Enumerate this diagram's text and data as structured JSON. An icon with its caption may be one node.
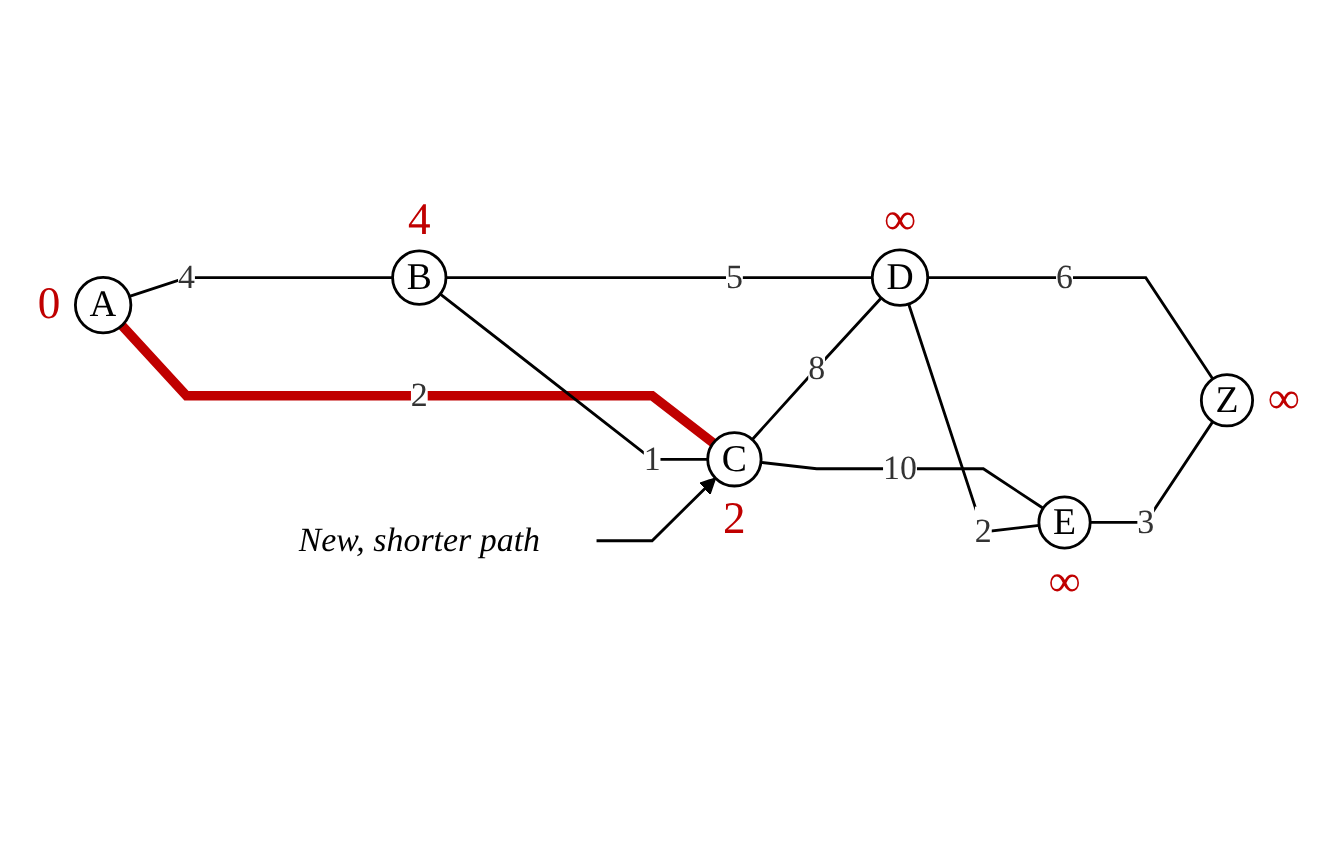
{
  "diagram": {
    "nodes": [
      {
        "text": [
          "A"
        ],
        "beside": [
          "0"
        ]
      },
      {
        "text": [
          "B"
        ],
        "beside": [
          "4"
        ]
      },
      {
        "text": [
          "C"
        ],
        "beside": [
          "2"
        ]
      },
      {
        "text": [
          "D"
        ],
        "beside": [
          "∞"
        ]
      },
      {
        "text": [
          "E"
        ],
        "beside": [
          "∞"
        ]
      },
      {
        "text": [
          "Z"
        ],
        "beside": [
          "∞"
        ]
      },
      {
        "text": [
          "New, shorter path"
        ]
      }
    ],
    "edges": [
      {
        "from": 0,
        "to": 1,
        "arrow": "none",
        "label": "4"
      },
      {
        "from": 0,
        "to": 2,
        "arrow": "none",
        "label": "2",
        "style": "thick",
        "color": "#c00000"
      },
      {
        "from": 1,
        "to": 2,
        "arrow": "none",
        "label": "1"
      },
      {
        "from": 1,
        "to": 3,
        "arrow": "none",
        "label": "5"
      },
      {
        "from": 2,
        "to": 3,
        "arrow": "none",
        "label": "8"
      },
      {
        "from": 2,
        "to": 4,
        "arrow": "none",
        "label": "10"
      },
      {
        "from": 3,
        "to": 4,
        "arrow": "none",
        "label": "2"
      },
      {
        "from": 3,
        "to": 5,
        "arrow": "none",
        "label": "6"
      },
      {
        "from": 4,
        "to": 5,
        "arrow": "none",
        "label": "3"
      },
      {
        "from": 6,
        "to": 2,
        "arrow": "to"
      }
    ]
  }
}
